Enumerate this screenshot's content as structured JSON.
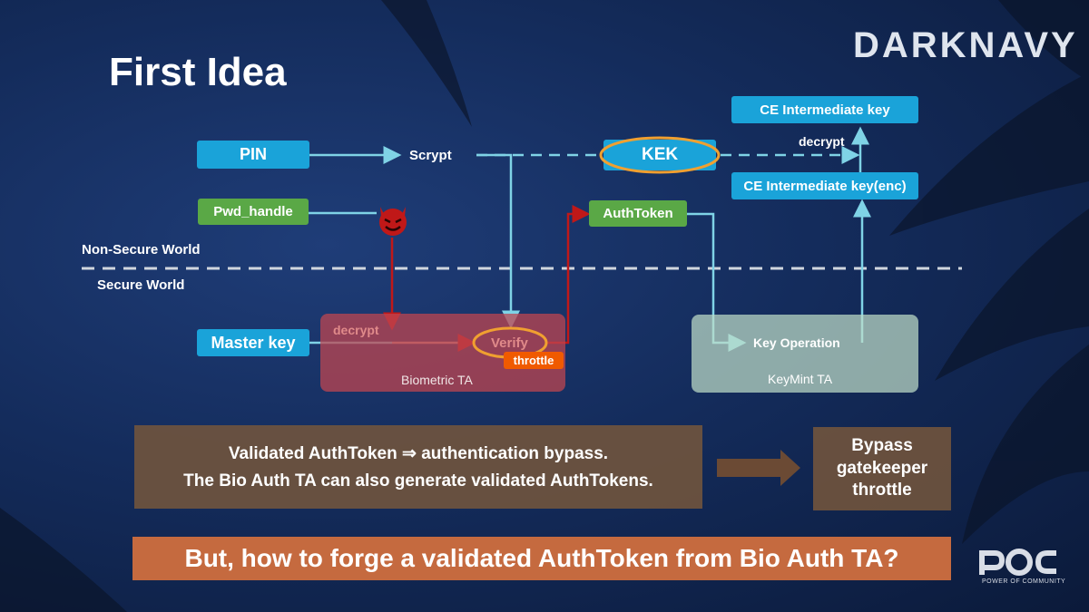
{
  "slide": {
    "title": "First Idea",
    "brand": "DARKNAVY",
    "footer_logo": "POWER OF COMMUNITY"
  },
  "nodes": {
    "pin": "PIN",
    "pwd_handle": "Pwd_handle",
    "scrypt": "Scrypt",
    "kek": "KEK",
    "ce_key": "CE Intermediate key",
    "decrypt_top": "decrypt",
    "ce_key_enc": "CE Intermediate key(enc)",
    "authtoken": "AuthToken",
    "master_key": "Master key",
    "decrypt_bio": "decrypt",
    "verify": "Verify",
    "throttle": "throttle",
    "bio_ta": "Biometric TA",
    "key_operation": "Key Operation",
    "keymint_ta": "KeyMint TA"
  },
  "worlds": {
    "non_secure": "Non-Secure World",
    "secure": "Secure World"
  },
  "notes": {
    "line1": "Validated AuthToken ⇒ authentication bypass.",
    "line2": "The Bio Auth TA can also generate validated AuthTokens.",
    "bypass_1": "Bypass",
    "bypass_2": "gatekeeper",
    "bypass_3": "throttle",
    "question": "But, how to forge a validated AuthToken from Bio Auth TA?"
  },
  "colors": {
    "blue": "#1aa3d9",
    "green": "#5aa846",
    "cyan_line": "#7fd3e6",
    "red_line": "#c01818",
    "orange": "#f0a030",
    "throttle": "#f05a00",
    "banner": "#c56a3f"
  }
}
